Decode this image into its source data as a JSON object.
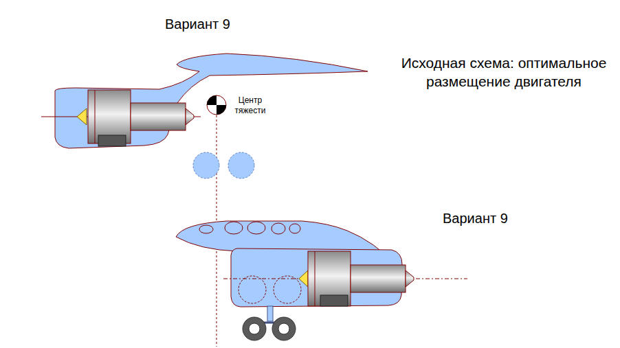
{
  "diagram": {
    "labels": [
      "Вариант 9",
      "Исходная схема: оптимальное размещение двигателя",
      "Центр тяжести",
      "Вариант 9"
    ]
  }
}
